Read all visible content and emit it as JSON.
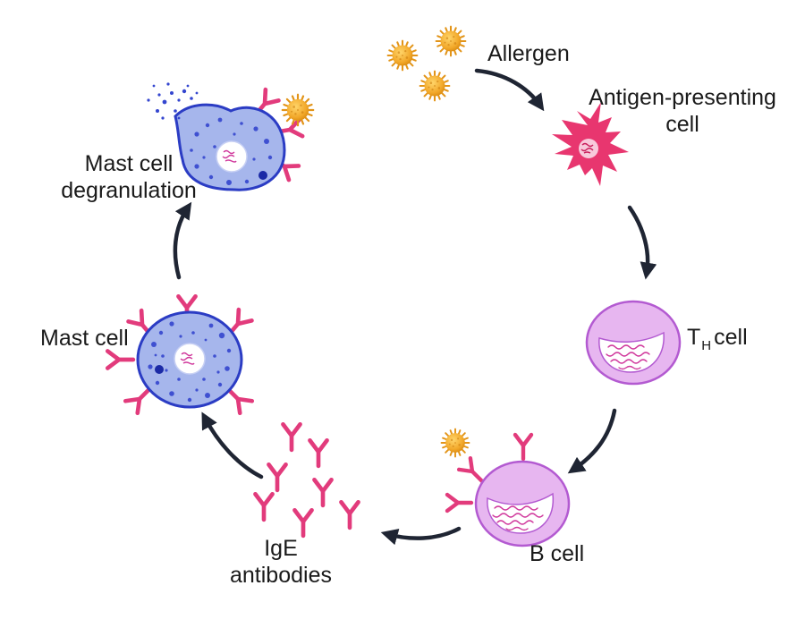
{
  "labels": {
    "allergen": "Allergen",
    "apc_line1": "Antigen-presenting",
    "apc_line2": "cell",
    "th_main": "T",
    "th_sub": "H",
    "th_rest": "cell",
    "b_cell": "B cell",
    "ige_line1": "IgE",
    "ige_line2": "antibodies",
    "mast_cell": "Mast cell",
    "degran_line1": "Mast cell",
    "degran_line2": "degranulation"
  },
  "colors": {
    "arrow": "#1f2533",
    "antibody": "#e23b7c",
    "allergen": "#f2a82a",
    "apc": "#e8366f",
    "th_b_cell_fill": "#e7b6f0",
    "th_b_cell_outline": "#b35ad1",
    "mast_fill": "#a6b6ec",
    "mast_outline": "#2b3cc4",
    "nucleus_pattern": "#d0389c"
  }
}
